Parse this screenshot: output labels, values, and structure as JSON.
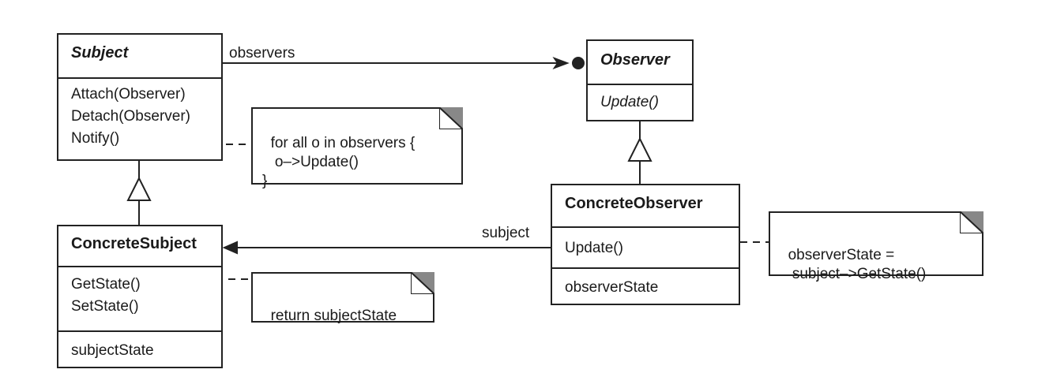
{
  "subject": {
    "name": "Subject",
    "operations": [
      "Attach(Observer)",
      "Detach(Observer)",
      "Notify()"
    ]
  },
  "concrete_subject": {
    "name": "ConcreteSubject",
    "operations": [
      "GetState()",
      "SetState()"
    ],
    "attributes": [
      "subjectState"
    ]
  },
  "observer": {
    "name": "Observer",
    "operations": [
      "Update()"
    ]
  },
  "concrete_observer": {
    "name": "ConcreteObserver",
    "operations": [
      "Update()"
    ],
    "attributes": [
      "observerState"
    ]
  },
  "notes": {
    "notify": "for all o in observers {\n   o–>Update()\n}",
    "getstate": "return subjectState",
    "update": "observerState =\n   subject–>GetState()"
  },
  "associations": {
    "observers": "observers",
    "subject": "subject"
  }
}
